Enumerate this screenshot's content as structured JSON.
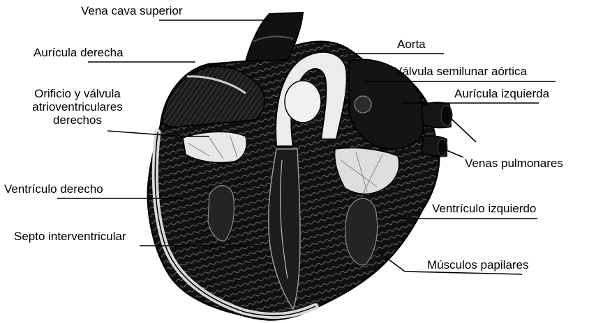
{
  "diagram": {
    "subject": "Corte del corazón",
    "labels": {
      "vena_cava_superior": "Vena cava superior",
      "auricula_derecha": "Aurícula derecha",
      "orificio_line1": "Orificio y válvula",
      "orificio_line2": "atrioventriculares",
      "orificio_line3": "derechos",
      "ventriculo_derecho": "Ventrículo derecho",
      "septo_interventricular": "Septo interventricular",
      "aorta": "Aorta",
      "valvula_semilunar_aortica": "Válvula semilunar aórtica",
      "auricula_izquierda": "Aurícula izquierda",
      "venas_pulmonares": "Venas pulmonares",
      "ventriculo_izquierdo": "Ventrículo izquierdo",
      "musculos_papilares": "Músculos papilares"
    }
  },
  "colors": {
    "ink": "#000000",
    "dark_tissue": "#111111",
    "light_tissue": "#e6e6e6",
    "background": "#ffffff"
  }
}
